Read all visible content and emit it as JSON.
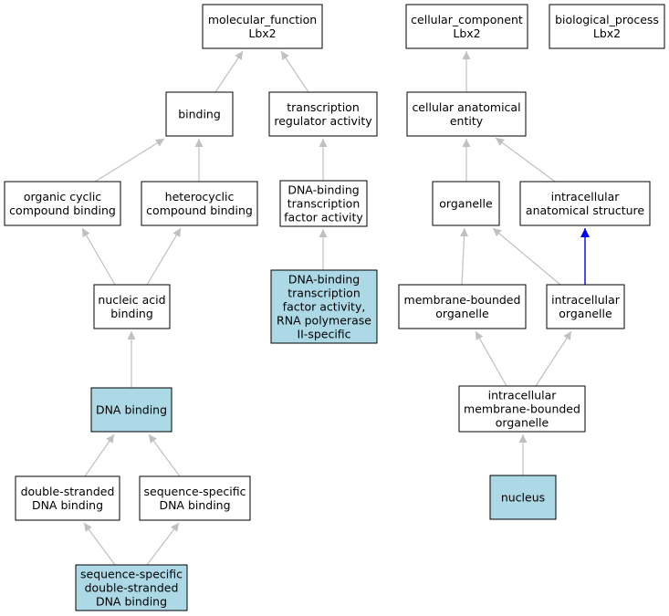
{
  "colors": {
    "highlight_fill": "#add8e6",
    "default_fill": "#ffffff",
    "border": "#000000",
    "edge_gray": "#c0c0c0",
    "edge_blue": "#0000ff"
  },
  "nodes": {
    "molecular_function": {
      "lines": [
        "molecular_function",
        "Lbx2"
      ],
      "highlighted": false
    },
    "binding": {
      "lines": [
        "binding"
      ],
      "highlighted": false
    },
    "transcription_regulator": {
      "lines": [
        "transcription",
        "regulator activity"
      ],
      "highlighted": false
    },
    "organic_cyclic": {
      "lines": [
        "organic cyclic",
        "compound binding"
      ],
      "highlighted": false
    },
    "heterocyclic": {
      "lines": [
        "heterocyclic",
        "compound binding"
      ],
      "highlighted": false
    },
    "dna_binding_tf": {
      "lines": [
        "DNA-binding",
        "transcription",
        "factor activity"
      ],
      "highlighted": false
    },
    "dna_binding_tf_pol2": {
      "lines": [
        "DNA-binding",
        "transcription",
        "factor activity,",
        "RNA polymerase",
        "II-specific"
      ],
      "highlighted": true
    },
    "nucleic_acid": {
      "lines": [
        "nucleic acid",
        "binding"
      ],
      "highlighted": false
    },
    "dna_binding": {
      "lines": [
        "DNA binding"
      ],
      "highlighted": true
    },
    "ds_dna": {
      "lines": [
        "double-stranded",
        "DNA binding"
      ],
      "highlighted": false
    },
    "ss_dna": {
      "lines": [
        "sequence-specific",
        "DNA binding"
      ],
      "highlighted": false
    },
    "ssds_dna": {
      "lines": [
        "sequence-specific",
        "double-stranded",
        "DNA binding"
      ],
      "highlighted": true
    },
    "cellular_component": {
      "lines": [
        "cellular_component",
        "Lbx2"
      ],
      "highlighted": false
    },
    "biological_process": {
      "lines": [
        "biological_process",
        "Lbx2"
      ],
      "highlighted": false
    },
    "cae": {
      "lines": [
        "cellular anatomical",
        "entity"
      ],
      "highlighted": false
    },
    "organelle": {
      "lines": [
        "organelle"
      ],
      "highlighted": false
    },
    "ias": {
      "lines": [
        "intracellular",
        "anatomical structure"
      ],
      "highlighted": false
    },
    "mbo": {
      "lines": [
        "membrane-bounded",
        "organelle"
      ],
      "highlighted": false
    },
    "io": {
      "lines": [
        "intracellular",
        "organelle"
      ],
      "highlighted": false
    },
    "imbo": {
      "lines": [
        "intracellular",
        "membrane-bounded",
        "organelle"
      ],
      "highlighted": false
    },
    "nucleus": {
      "lines": [
        "nucleus"
      ],
      "highlighted": true
    }
  },
  "edges": [
    {
      "from": "binding",
      "to": "molecular_function",
      "color": "gray"
    },
    {
      "from": "transcription_regulator",
      "to": "molecular_function",
      "color": "gray"
    },
    {
      "from": "organic_cyclic",
      "to": "binding",
      "color": "gray"
    },
    {
      "from": "heterocyclic",
      "to": "binding",
      "color": "gray"
    },
    {
      "from": "dna_binding_tf",
      "to": "transcription_regulator",
      "color": "gray"
    },
    {
      "from": "dna_binding_tf_pol2",
      "to": "dna_binding_tf",
      "color": "gray"
    },
    {
      "from": "nucleic_acid",
      "to": "organic_cyclic",
      "color": "gray"
    },
    {
      "from": "nucleic_acid",
      "to": "heterocyclic",
      "color": "gray"
    },
    {
      "from": "dna_binding",
      "to": "nucleic_acid",
      "color": "gray"
    },
    {
      "from": "ds_dna",
      "to": "dna_binding",
      "color": "gray"
    },
    {
      "from": "ss_dna",
      "to": "dna_binding",
      "color": "gray"
    },
    {
      "from": "ssds_dna",
      "to": "ds_dna",
      "color": "gray"
    },
    {
      "from": "ssds_dna",
      "to": "ss_dna",
      "color": "gray"
    },
    {
      "from": "cae",
      "to": "cellular_component",
      "color": "gray"
    },
    {
      "from": "organelle",
      "to": "cae",
      "color": "gray"
    },
    {
      "from": "ias",
      "to": "cae",
      "color": "gray"
    },
    {
      "from": "mbo",
      "to": "organelle",
      "color": "gray"
    },
    {
      "from": "io",
      "to": "organelle",
      "color": "gray"
    },
    {
      "from": "io",
      "to": "ias",
      "color": "blue"
    },
    {
      "from": "imbo",
      "to": "mbo",
      "color": "gray"
    },
    {
      "from": "imbo",
      "to": "io",
      "color": "gray"
    },
    {
      "from": "nucleus",
      "to": "imbo",
      "color": "gray"
    }
  ]
}
